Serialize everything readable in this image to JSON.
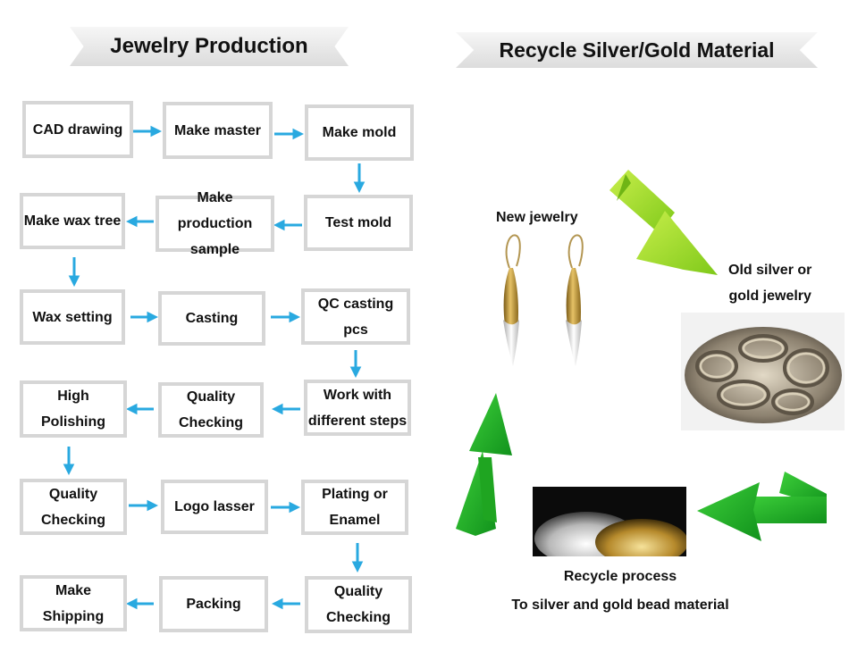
{
  "headings": {
    "production": "Jewelry Production",
    "recycle": "Recycle Silver/Gold Material"
  },
  "steps": {
    "cad_drawing": "CAD drawing",
    "make_master": "Make master",
    "make_mold": "Make mold",
    "test_mold": "Test mold",
    "make_production_sample": "Make production\nsample",
    "make_wax_tree": "Make wax tree",
    "wax_setting": "Wax setting",
    "casting": "Casting",
    "qc_casting_pcs": "QC casting pcs",
    "work_with_steps": "Work with\ndifferent steps",
    "quality_checking_1": "Quality\nChecking",
    "high_polishing": "High\nPolishing",
    "quality_checking_2": "Quality\nChecking",
    "logo_lasser": "Logo lasser",
    "plating_or_enamel": "Plating or\nEnamel",
    "quality_checking_3": "Quality\nChecking",
    "packing": "Packing",
    "make_shipping": "Make\nShipping"
  },
  "recycle": {
    "new_jewelry": "New jewelry",
    "old_jewelry": "Old silver or\ngold jewelry",
    "recycle_process": "Recycle process\nTo silver and gold bead material"
  },
  "colors": {
    "flow_arrow": "#29a9e0",
    "box_border": "#d6d6d6",
    "recycle_arrow_light": "#a6dd1e",
    "recycle_arrow_dark": "#1fa521"
  }
}
